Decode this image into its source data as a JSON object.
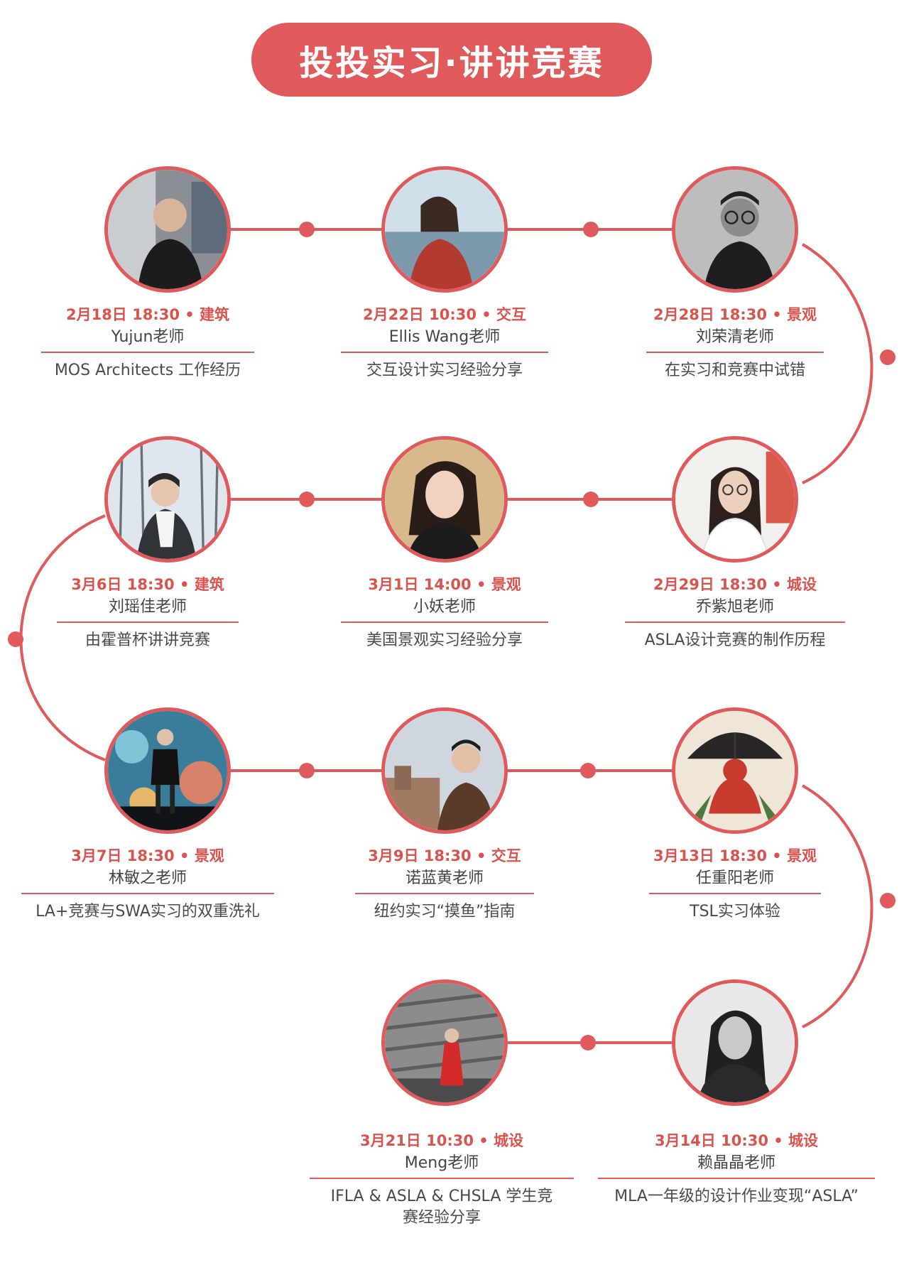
{
  "header": {
    "title": "投投实习·讲讲竞赛"
  },
  "colors": {
    "accent": "#e05a5c",
    "date_text": "#d9534f",
    "body_text": "#444444"
  },
  "sessions": [
    {
      "date": "2月18日 18:30",
      "category": "建筑",
      "separator": "•",
      "speaker": "Yujun老师",
      "topic": "MOS Architects 工作经历"
    },
    {
      "date": "2月22日 10:30",
      "category": "交互",
      "separator": "•",
      "speaker": "Ellis Wang老师",
      "topic": "交互设计实习经验分享"
    },
    {
      "date": "2月28日 18:30",
      "category": "景观",
      "separator": "•",
      "speaker": "刘荣清老师",
      "topic": "在实习和竞赛中试错"
    },
    {
      "date": "2月29日 18:30",
      "category": "城设",
      "separator": "•",
      "speaker": "乔紫旭老师",
      "topic": "ASLA设计竞赛的制作历程"
    },
    {
      "date": "3月1日 14:00",
      "category": "景观",
      "separator": "•",
      "speaker": "小妖老师",
      "topic": "美国景观实习经验分享"
    },
    {
      "date": "3月6日 18:30",
      "category": "建筑",
      "separator": "•",
      "speaker": "刘瑶佳老师",
      "topic": "由霍普杯讲讲竞赛"
    },
    {
      "date": "3月7日 18:30",
      "category": "景观",
      "separator": "•",
      "speaker": "林敏之老师",
      "topic": "LA+竞赛与SWA实习的双重洗礼"
    },
    {
      "date": "3月9日 18:30",
      "category": "交互",
      "separator": "•",
      "speaker": "诺蓝黄老师",
      "topic": "纽约实习“摸鱼”指南"
    },
    {
      "date": "3月13日 18:30",
      "category": "景观",
      "separator": "•",
      "speaker": "任重阳老师",
      "topic": "TSL实习体验"
    },
    {
      "date": "3月14日 10:30",
      "category": "城设",
      "separator": "•",
      "speaker": "赖晶晶老师",
      "topic": "MLA一年级的设计作业变现“ASLA”"
    },
    {
      "date": "3月21日 10:30",
      "category": "城设",
      "separator": "•",
      "speaker": "Meng老师",
      "topic": "IFLA & ASLA & CHSLA 学生竞赛经验分享"
    }
  ]
}
